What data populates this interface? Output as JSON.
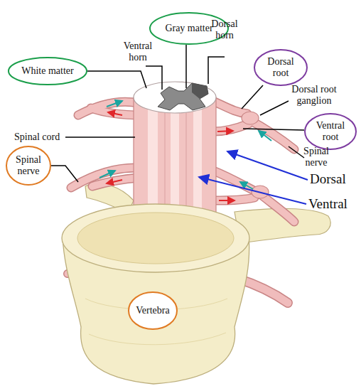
{
  "diagram": {
    "nodes": [
      {
        "text": [
          "Gray matter"
        ]
      },
      {
        "text": [
          "White matter"
        ]
      },
      {
        "text": [
          "Dorsal root"
        ]
      },
      {
        "text": [
          "Ventral root"
        ]
      },
      {
        "text": [
          "Spinal nerve"
        ]
      },
      {
        "text": [
          "Vertebra"
        ]
      }
    ],
    "labels": [
      "Ventral horn",
      "Dorsal horn",
      "Dorsal root ganglion",
      "Spinal cord",
      "Spinal nerve",
      "Dorsal",
      "Ventral"
    ]
  }
}
